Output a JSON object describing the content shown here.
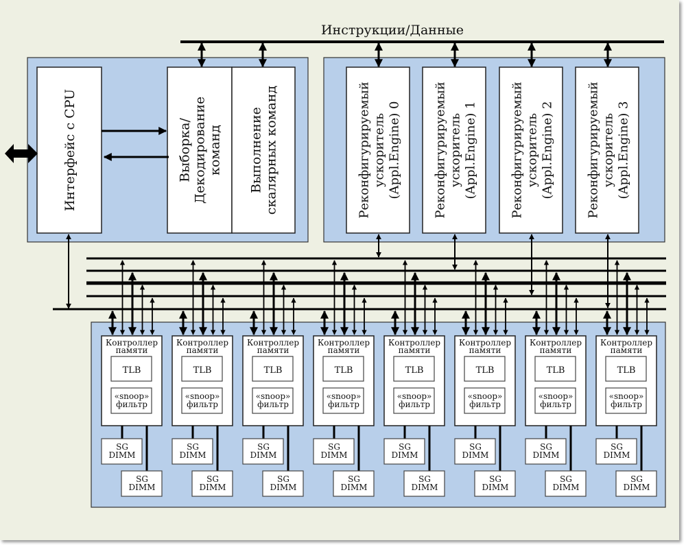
{
  "diagram": {
    "bus_label": "Инструкции/Данные",
    "host_block": {
      "cpu_interface": "Интерфейс с CPU",
      "fetch_decode": [
        "Выборка/",
        "Декодирование",
        "команд"
      ],
      "scalar_exec": [
        "Выполнение",
        "скалярных команд"
      ]
    },
    "accelerators": [
      {
        "lines": [
          "Реконфигурируемый",
          "ускоритель",
          "(Appl.Engine) 0"
        ]
      },
      {
        "lines": [
          "Реконфигурируемый",
          "ускоритель",
          "(Appl.Engine) 1"
        ]
      },
      {
        "lines": [
          "Реконфигурируемый",
          "ускоритель",
          "(Appl.Engine) 2"
        ]
      },
      {
        "lines": [
          "Реконфигурируемый",
          "ускоритель",
          "(Appl.Engine) 3"
        ]
      }
    ],
    "memory_controller": {
      "title": [
        "Контроллер",
        "памяти"
      ],
      "tlb": "TLB",
      "snoop": [
        "«snoop»",
        "фильтр"
      ],
      "dimm": [
        "SG",
        "DIMM"
      ],
      "count": 8
    }
  }
}
